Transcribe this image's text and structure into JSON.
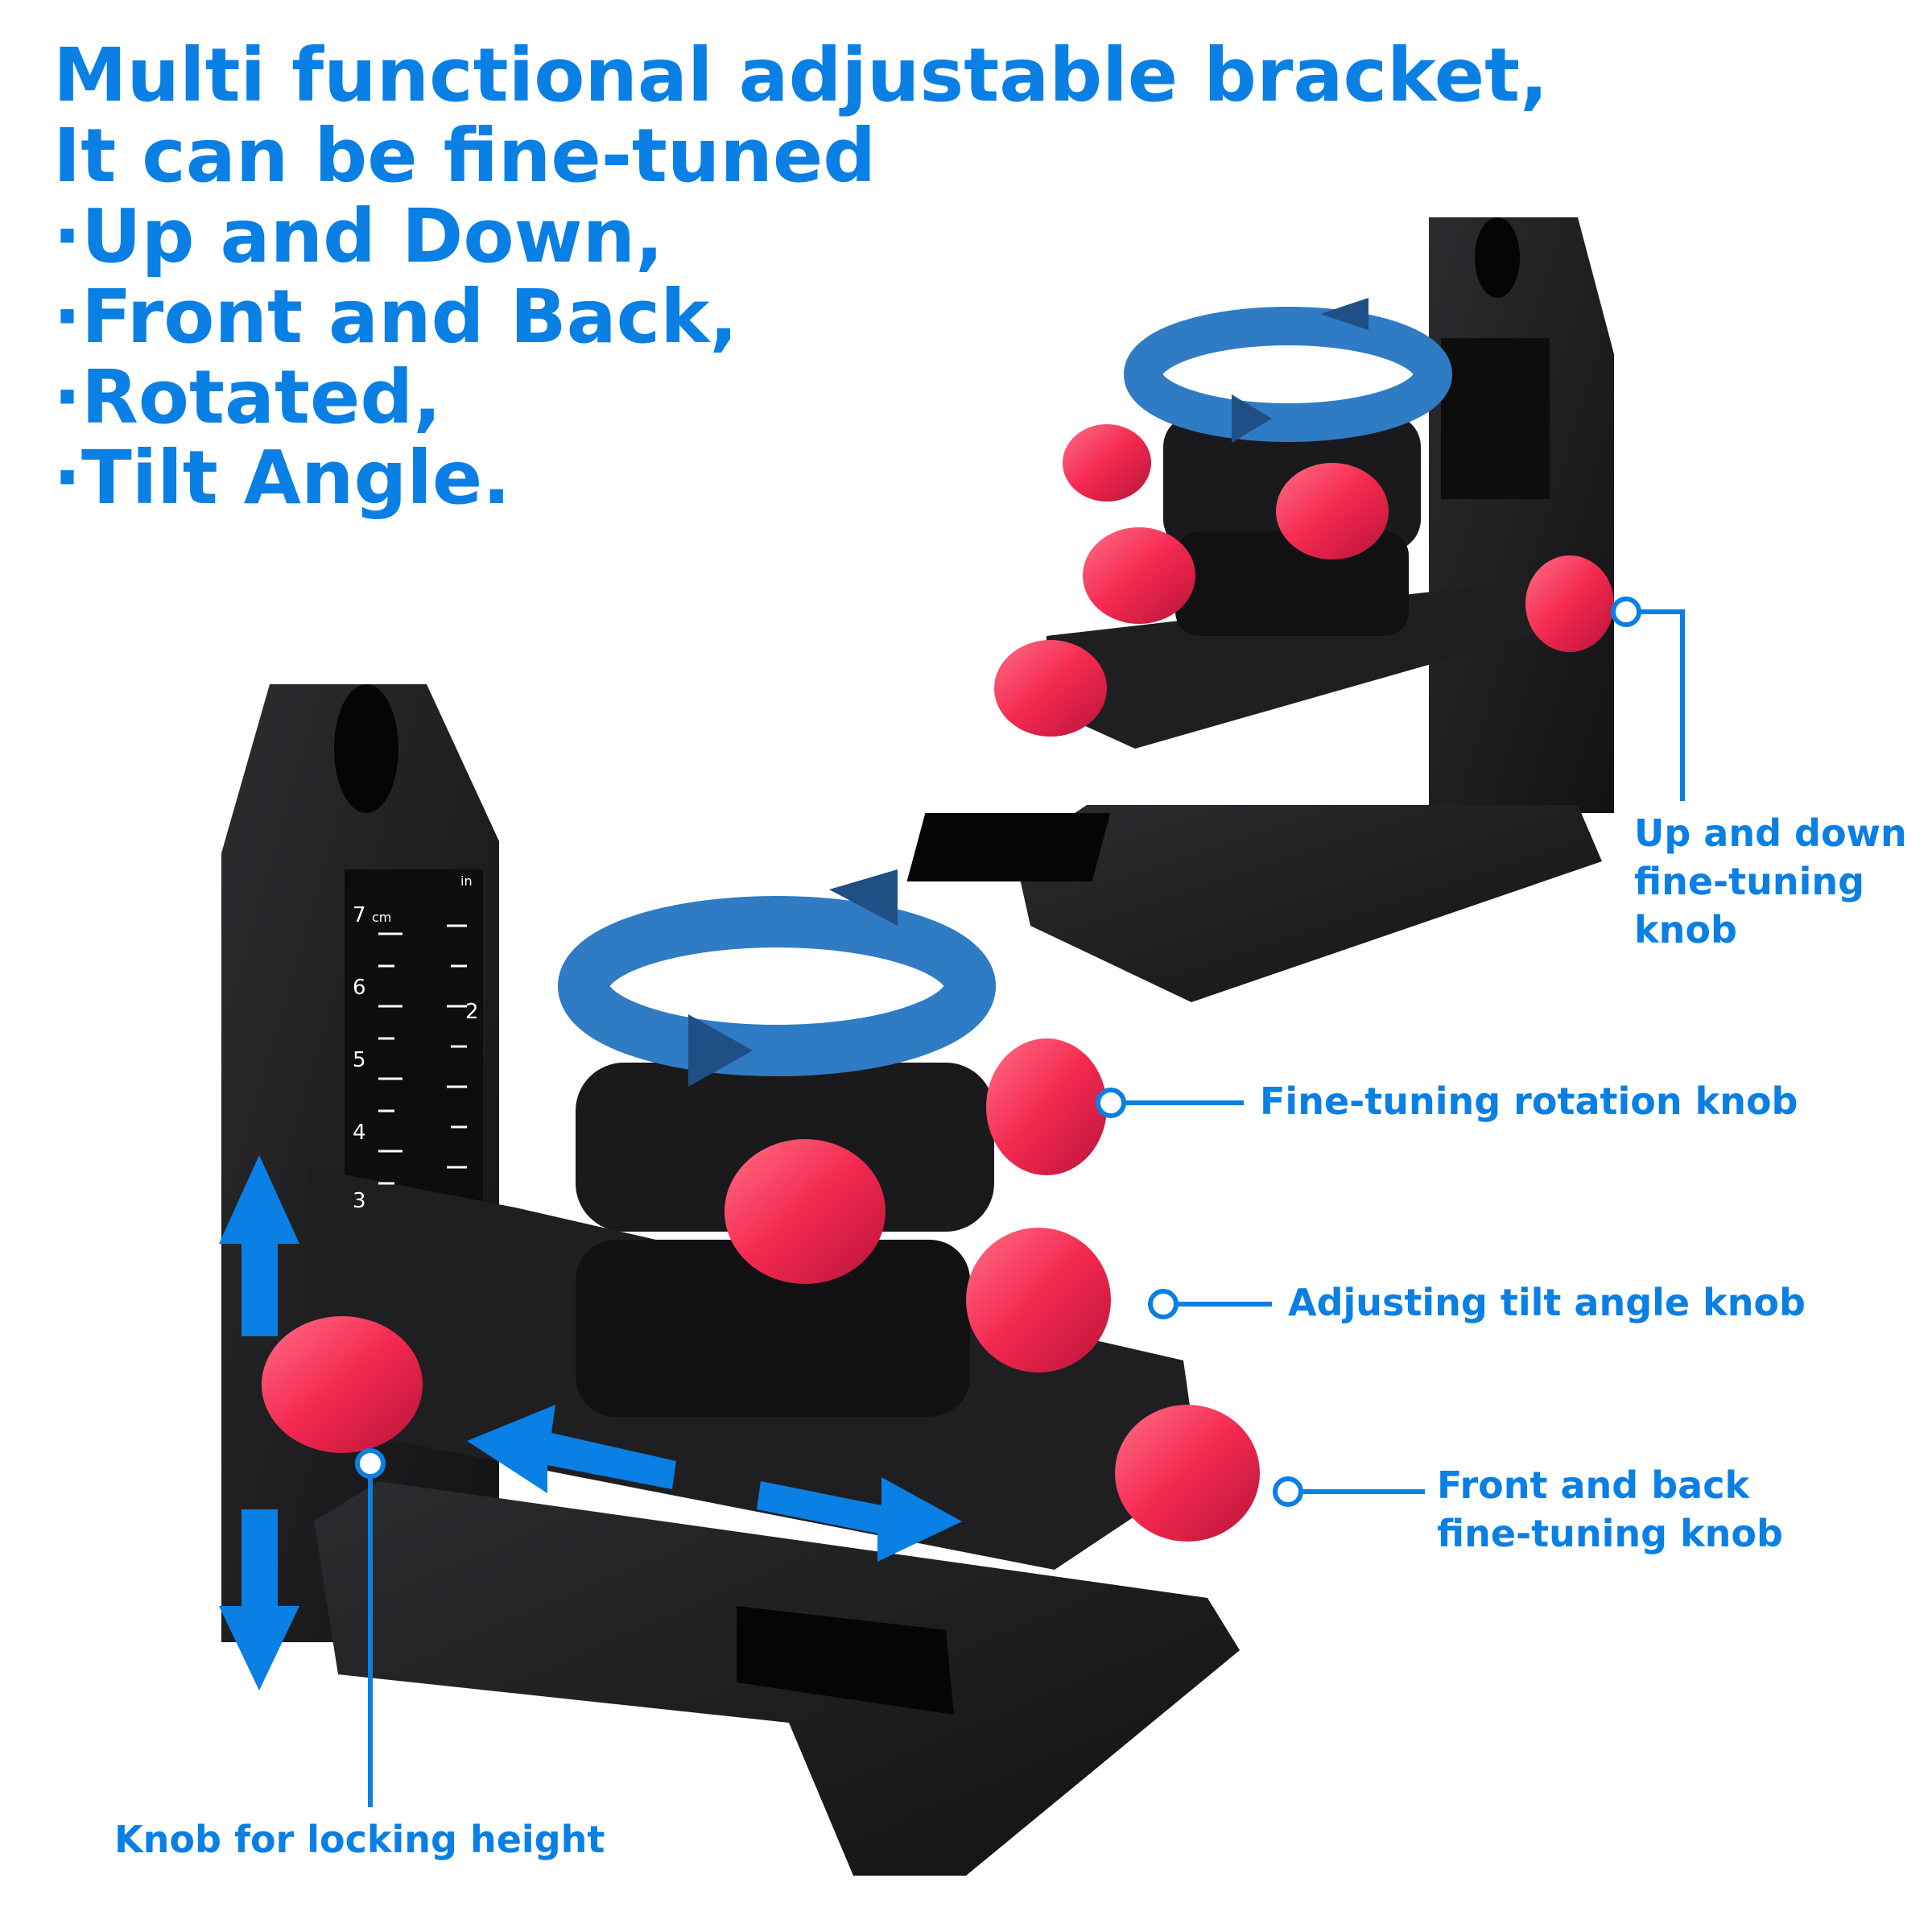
{
  "headline": {
    "lines": [
      "Multi functional adjustable bracket,",
      "It can be fine-tuned",
      "·Up and Down,",
      "·Front and Back,",
      "·Rotated,",
      "·Tilt Angle."
    ]
  },
  "callouts": {
    "up_down": [
      "Up and down",
      "fine-tuning",
      "knob"
    ],
    "rotation": "Fine-tuning rotation knob",
    "tilt": "Adjusting tilt angle knob",
    "front_back": [
      "Front and back",
      "fine-tuning knob"
    ],
    "lock_height": "Knob for locking height"
  },
  "ruler": {
    "left_marks": [
      "7",
      "6",
      "5",
      "4",
      "3"
    ],
    "right_marks": [
      "2"
    ],
    "unit_left": "cm",
    "unit_right": "in"
  },
  "colors": {
    "accent_blue": "#0a7fe4",
    "knob_red": "#f4284f",
    "bracket_black": "#1b1b1d",
    "rotation_arrow_light": "#2f7bc4",
    "rotation_arrow_dark": "#1f4f84"
  }
}
